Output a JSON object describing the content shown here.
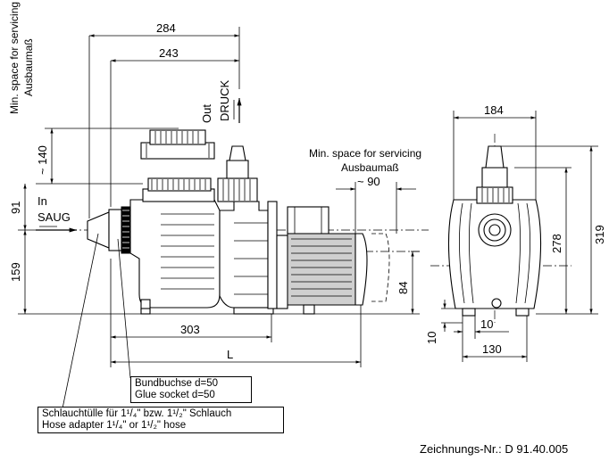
{
  "dimensions": {
    "d284": "284",
    "d243": "243",
    "d140": "~ 140",
    "d91": "91",
    "d159": "159",
    "d303": "303",
    "dL": "L",
    "d90": "~ 90",
    "d84": "84",
    "d184": "184",
    "d319": "319",
    "d278": "278",
    "d10a": "10",
    "d10b": "10",
    "d130": "130"
  },
  "labels": {
    "service_en_left": "Min. space for servicing",
    "service_de_left": "Ausbaumaß",
    "service_en_mid": "Min. space for servicing",
    "service_de_mid": "Ausbaumaß",
    "out_en": "Out",
    "out_de": "DRUCK",
    "in_en": "In",
    "in_de": "SAUG"
  },
  "callouts": {
    "glue_de": "Bundbuchse  d=50",
    "glue_en": "Glue socket  d=50",
    "hose_de": "Schlauchtülle für 1¹/₄\"  bzw. 1¹/₂\" Schlauch",
    "hose_en": "Hose adapter 1¹/₄\"  or 1¹/₂\" hose"
  },
  "drawing_number": "Zeichnungs-Nr.: D 91.40.005"
}
